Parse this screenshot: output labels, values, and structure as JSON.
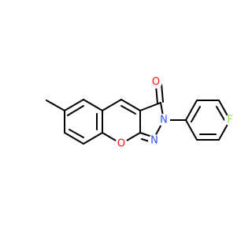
{
  "molecule": {
    "atoms": [
      {
        "id": "O_carbonyl",
        "symbol": "O",
        "color": "#ff0d0d"
      },
      {
        "id": "N_pyrazole_2",
        "symbol": "N",
        "color": "#3050f8"
      },
      {
        "id": "N_pyrazole_1",
        "symbol": "N",
        "color": "#3050f8"
      },
      {
        "id": "O_ring",
        "symbol": "O",
        "color": "#ff0d0d"
      },
      {
        "id": "F",
        "symbol": "F",
        "color": "#90e050"
      }
    ],
    "bond_color": "#000000"
  }
}
